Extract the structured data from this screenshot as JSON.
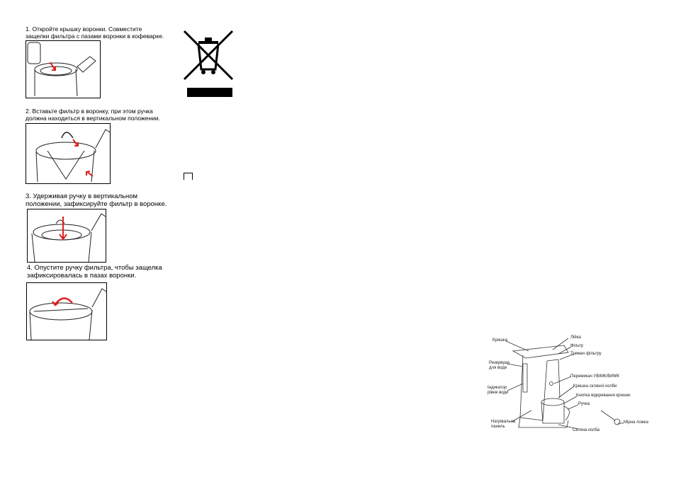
{
  "steps": [
    {
      "text": "1. Откройте крышку воронки. Совместите защелки фильтра с пазами воронки в кофеварке."
    },
    {
      "text": "2. Вставьте фильтр в воронку, при  этом ручка должна находиться в вертикальном положении."
    },
    {
      "text": "3. Удерживая ручку в вертикальном положении, зафиксируйте фильтр в воронке."
    },
    {
      "text": "4. Опустите ручку фильтра, чтобы защелка зафиксировалась в пазах воронки."
    }
  ],
  "diagram_labels": {
    "lid": "Кришка",
    "funnel": "Лійка",
    "filter": "Фільтр",
    "filter_holder": "Тримач фільтру",
    "reservoir": "Резервуар для води",
    "switch": "Перемикач УВІМК/ВИМК",
    "flask_lid": "Кришка скляної колби",
    "lid_button": "Кнопка відкривання кришки",
    "handle": "Ручка",
    "level_indicator": "Індикатор рівня води",
    "heating_panel": "Нагрівальна панель",
    "glass_flask": "Скляна колба",
    "measuring_spoon": "Мірна ложка"
  },
  "colors": {
    "arrow": "#e02020",
    "line": "#222222"
  }
}
